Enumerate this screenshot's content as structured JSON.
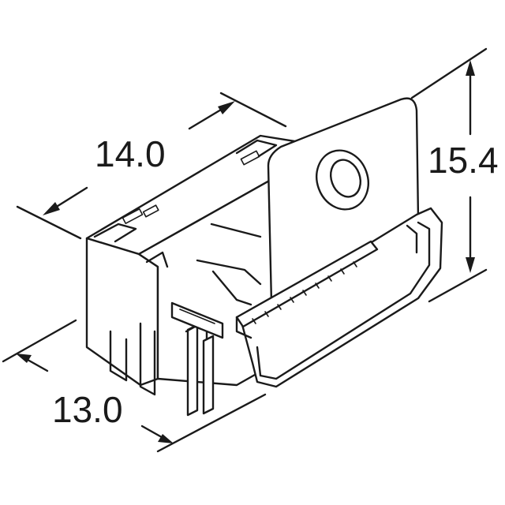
{
  "dimensions": {
    "width": "14.0",
    "height": "15.4",
    "depth": "13.0"
  },
  "colors": {
    "line": "#1a1a1a",
    "background": "#ffffff"
  }
}
